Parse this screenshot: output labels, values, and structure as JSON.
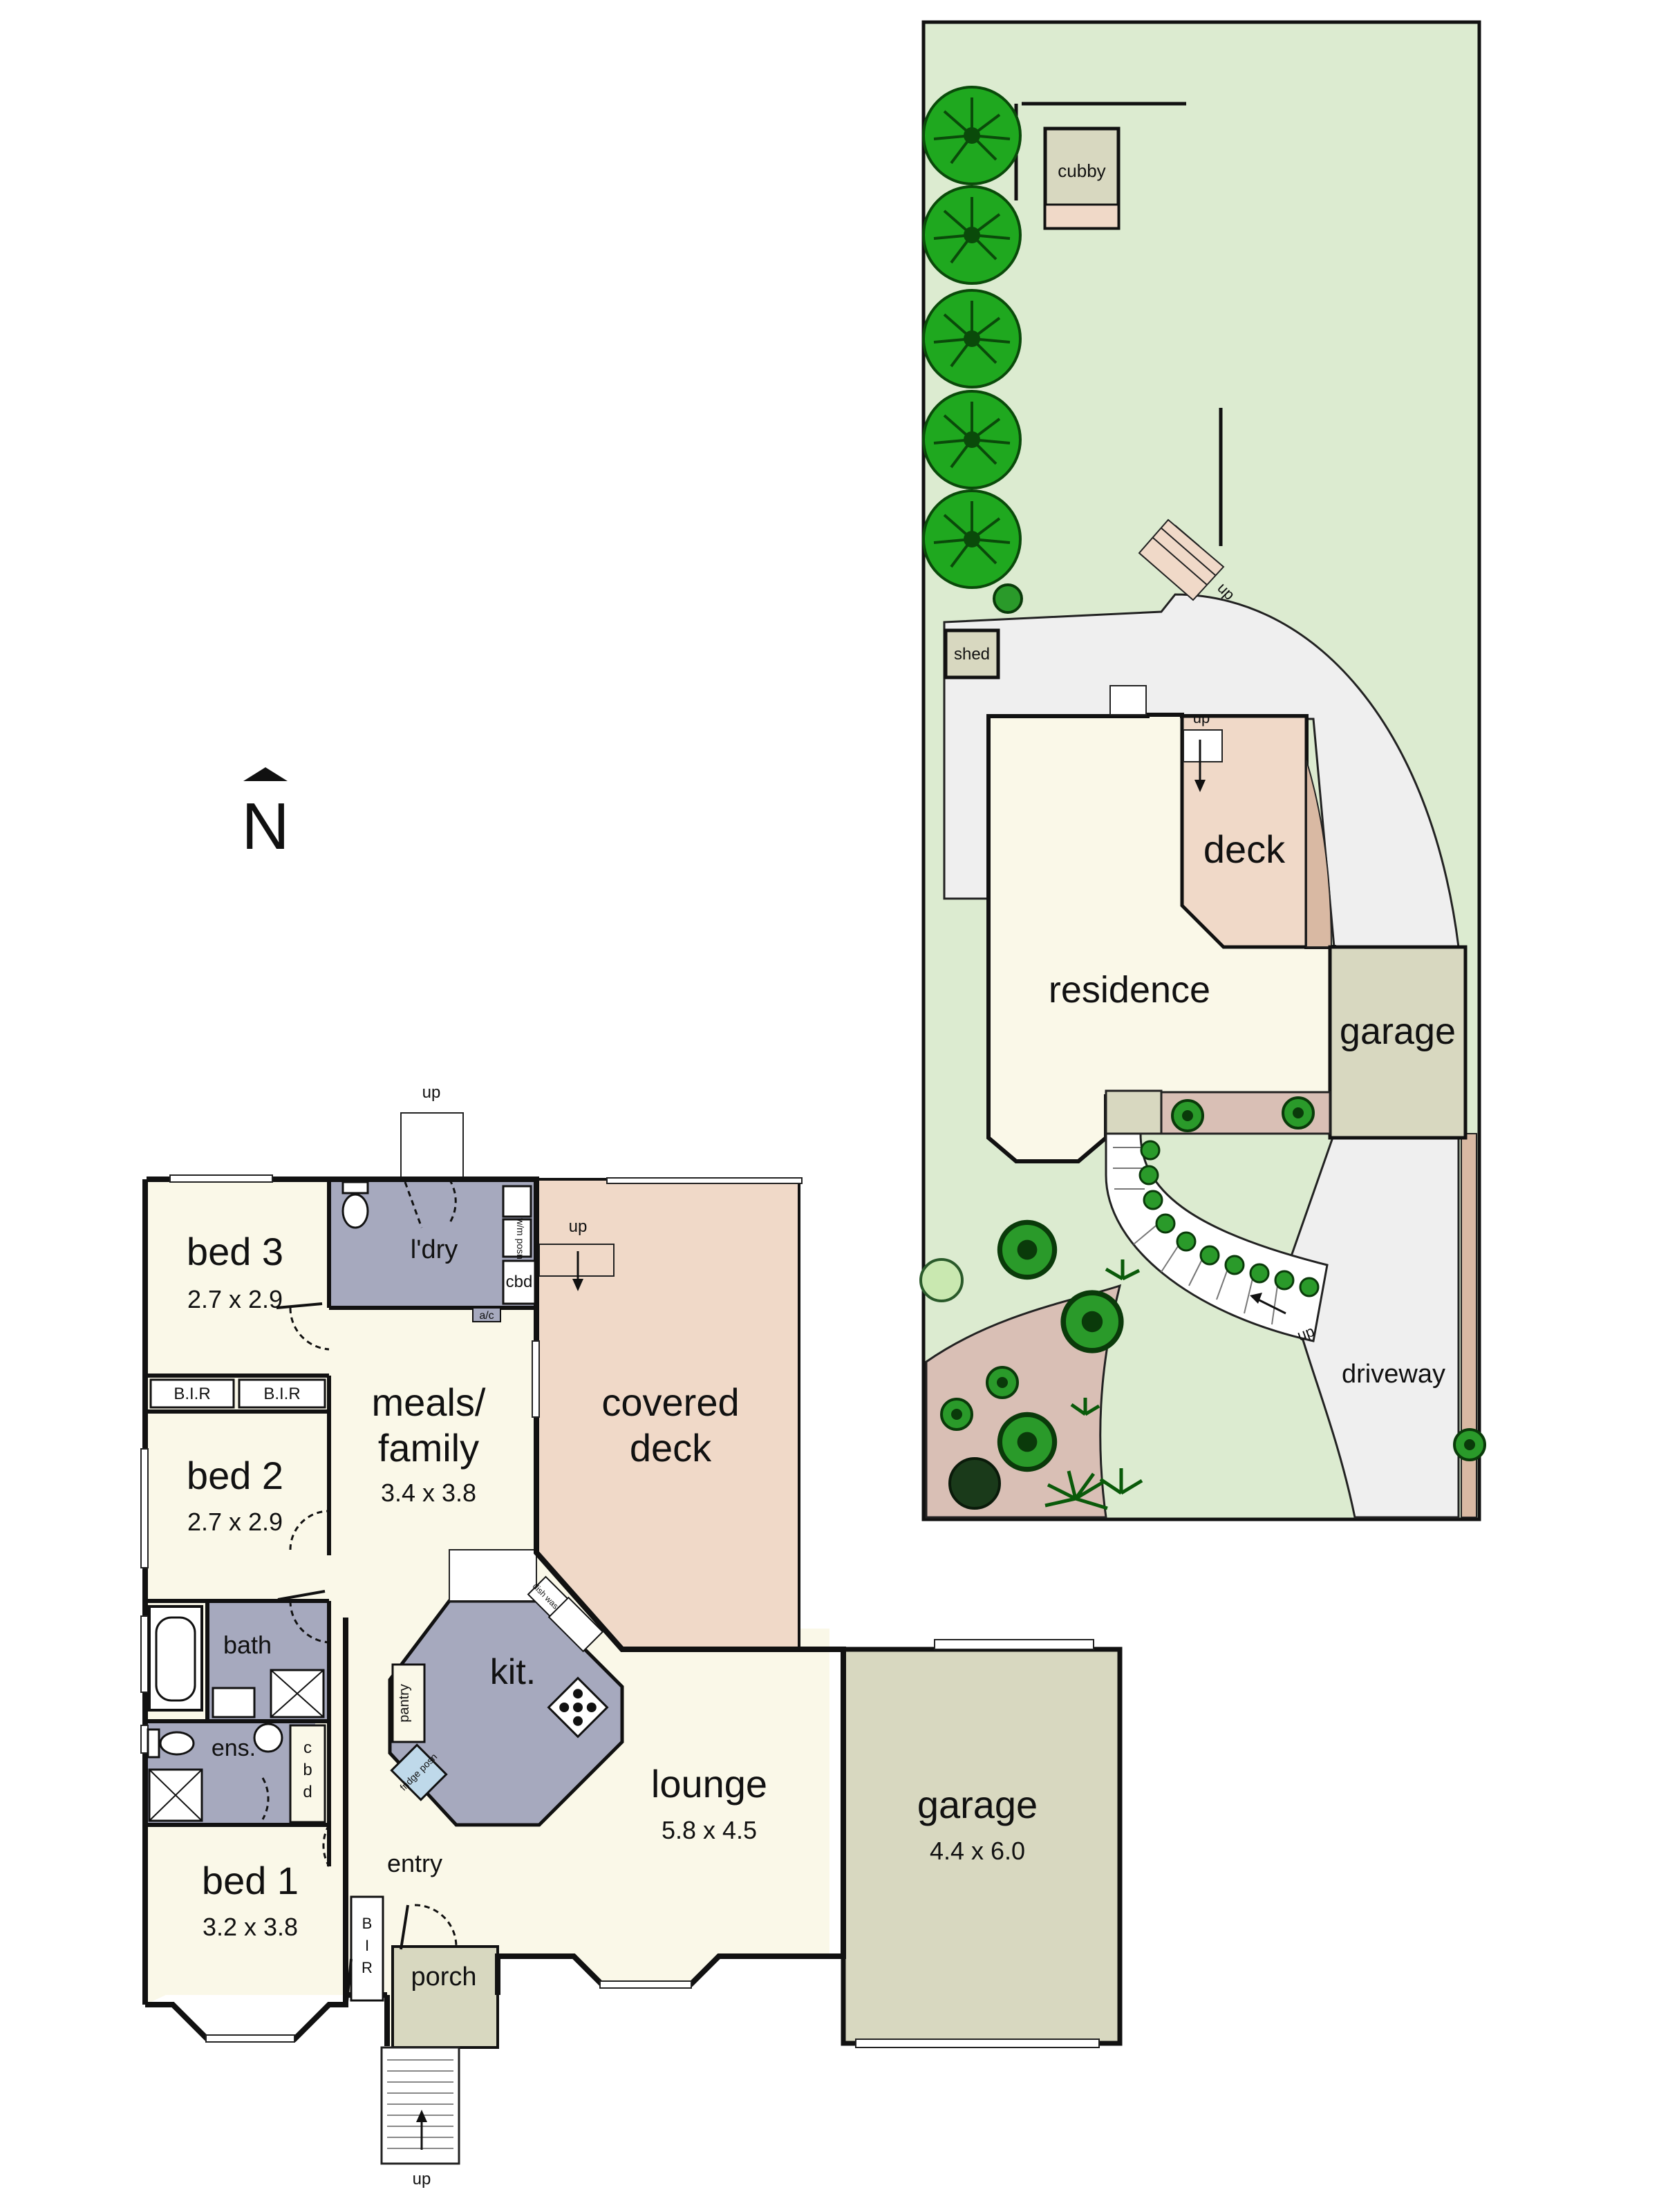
{
  "compass": {
    "label": "N"
  },
  "site_plan": {
    "labels": {
      "cubby": "cubby",
      "shed": "shed",
      "deck": "deck",
      "residence": "residence",
      "garage": "garage",
      "driveway": "driveway",
      "up_steps_north": "up",
      "up_deck": "up",
      "up_path": "up"
    }
  },
  "floor_plan": {
    "rooms": {
      "bed3": {
        "name": "bed 3",
        "size": "2.7 x 2.9"
      },
      "bed2": {
        "name": "bed 2",
        "size": "2.7 x 2.9"
      },
      "bed1": {
        "name": "bed 1",
        "size": "3.2 x 3.8"
      },
      "meals": {
        "name_line1": "meals/",
        "name_line2": "family",
        "size": "3.4 x 3.8"
      },
      "covered_deck": {
        "name_line1": "covered",
        "name_line2": "deck"
      },
      "kitchen": {
        "name": "kit."
      },
      "lounge": {
        "name": "lounge",
        "size": "5.8 x 4.5"
      },
      "garage": {
        "name": "garage",
        "size": "4.4 x 6.0"
      },
      "laundry": {
        "name": "l'dry"
      },
      "bath": {
        "name": "bath"
      },
      "ensuite": {
        "name": "ens."
      },
      "entry": {
        "name": "entry"
      },
      "porch": {
        "name": "porch"
      }
    },
    "fixtures": {
      "bir_bed3": "B.I.R",
      "bir_bed2": "B.I.R",
      "bir_bed1_b": "B",
      "bir_bed1_i": "I",
      "bir_bed1_r": "R",
      "cbd_laundry": "cbd",
      "cbd_hall_c": "c",
      "cbd_hall_b": "b",
      "cbd_hall_d": "d",
      "ac": "a/c",
      "pantry": "pantry",
      "wm_posn": "w/m posn",
      "fridge_posn": "fridge posn",
      "dish_wash": "dish wash"
    },
    "up_labels": {
      "laundry_steps": "up",
      "deck_steps": "up",
      "porch_steps": "up"
    }
  },
  "colors": {
    "bedroom": "#FAF8E8",
    "wet_area": "#A6A9BE",
    "deck": "#F0D9C8",
    "garage": "#D8D8C0",
    "lawn": "#DCEBD0",
    "path": "#EFEFEF",
    "tree": "#1FA81F",
    "wall": "#111111"
  }
}
